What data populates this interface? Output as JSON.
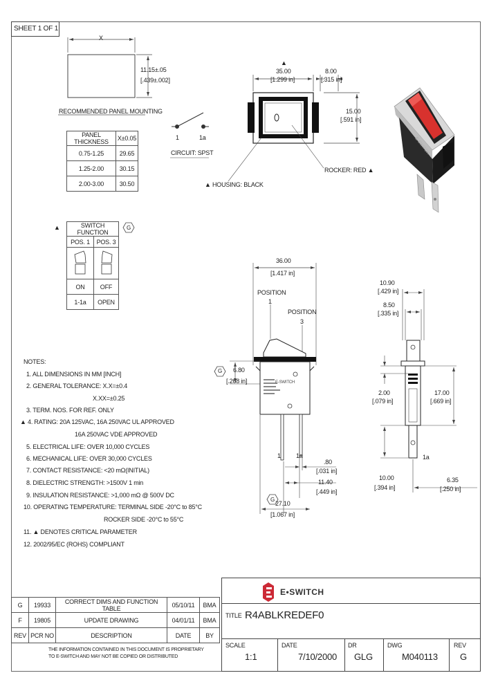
{
  "sheet": "SHEET 1 OF 1",
  "panel_mounting": {
    "title": "RECOMMENDED PANEL MOUNTING",
    "x_label": "X",
    "height_dim": "11.15±.05",
    "height_dim_in": "[.439±.002]",
    "table_headers": [
      "PANEL THICKNESS",
      "X±0.05"
    ],
    "table_rows": [
      [
        "0.75-1.25",
        "29.65"
      ],
      [
        "1.25-2.00",
        "30.15"
      ],
      [
        "2.00-3.00",
        "30.50"
      ]
    ]
  },
  "circuit": {
    "pin1": "1",
    "pin1a": "1a",
    "label": "CIRCUIT: SPST"
  },
  "top_view": {
    "marker": "▲",
    "width_dim": "35.00",
    "width_dim_in": "[1.299 in]",
    "depth_dim": "8.00",
    "depth_dim_in": "[.315 in]",
    "height_dim": "15.00",
    "height_dim_in": "[.591 in]",
    "rocker_label": "ROCKER: RED ▲",
    "housing_label": "▲ HOUSING: BLACK"
  },
  "switch_function": {
    "marker": "▲",
    "title": "SWITCH FUNCTION",
    "rev_badge": "G",
    "headers": [
      "POS. 1",
      "POS. 3"
    ],
    "states": [
      "ON",
      "OFF"
    ],
    "circuits": [
      "1-1a",
      "OPEN"
    ]
  },
  "side_view": {
    "width_dim": "36.00",
    "width_dim_in": "[1.417 in]",
    "position1_label": "POSITION",
    "position1_num": "1",
    "position3_label": "POSITION",
    "position3_num": "3",
    "rev_badge_left": "G",
    "left_dim": "6.80",
    "left_dim_in": "[.268 in]",
    "pin_left": "1",
    "pin_right": "1a",
    "term_dim": ".80",
    "term_dim_in": "[.031 in]",
    "spacing_dim": "11.40",
    "spacing_dim_in": "[.449 in]",
    "rev_badge_bottom": "G",
    "bottom_dim": "27.10",
    "bottom_dim_in": "[1.067 in]",
    "body_text": "E-SWITCH"
  },
  "end_view": {
    "top_dim": "10.90",
    "top_dim_in": "[.429 in]",
    "mid_dim": "8.50",
    "mid_dim_in": "[.335 in]",
    "left_dim": "2.00",
    "left_dim_in": "[.079 in]",
    "right_dim": "17.00",
    "right_dim_in": "[.669 in]",
    "pin_label": "1a",
    "bottom_left_dim": "10.00",
    "bottom_left_dim_in": "[.394 in]",
    "bottom_right_dim": "6.35",
    "bottom_right_dim_in": "[.250 in]"
  },
  "notes": {
    "title": "NOTES:",
    "lines": [
      "1. ALL DIMENSIONS IN MM [INCH]",
      "2. GENERAL TOLERANCE: X.X=±0.4",
      "X.XX=±0.25",
      "3. TERM. NOS. FOR REF. ONLY",
      "▲ 4. RATING: 20A 125VAC, 16A 250VAC UL APPROVED",
      "16A 250VAC VDE APPROVED",
      "5. ELECTRICAL LIFE: OVER 10,000 CYCLES",
      "6. MECHANICAL LIFE: OVER 30,000 CYCLES",
      "7. CONTACT RESISTANCE: <20 mΩ(INITIAL)",
      "8. DIELECTRIC STRENGTH: >1500V 1 min",
      "9. INSULATION RESISTANCE: >1,000 mΩ @ 500V DC",
      "10. OPERATING TEMPERATURE: TERMINAL SIDE -20°C to 85°C",
      "ROCKER SIDE -20°C to 55°C",
      "11. ▲ DENOTES CRITICAL PARAMETER",
      "12. 2002/95/EC (ROHS) COMPLIANT"
    ]
  },
  "revisions": {
    "rows": [
      [
        "G",
        "19933",
        "CORRECT DIMS AND FUNCTION TABLE",
        "05/10/11",
        "BMA"
      ],
      [
        "F",
        "19805",
        "UPDATE DRAWING",
        "04/01/11",
        "BMA"
      ]
    ],
    "headers": [
      "REV",
      "PCR NO",
      "DESCRIPTION",
      "DATE",
      "BY"
    ],
    "proprietary_1": "THE INFORMATION CONTAINED IN THIS DOCUMENT IS PROPRIETARY",
    "proprietary_2": "TO E-SWITCH AND MAY NOT BE COPIED OR DISTRIBUTED"
  },
  "title_block": {
    "logo_text": "E•SWITCH",
    "title_label": "TITLE",
    "title_value": "R4ABLKREDEF0",
    "scale_label": "SCALE",
    "scale_value": "1:1",
    "date_label": "DATE",
    "date_value": "7/10/2000",
    "dr_label": "DR",
    "dr_value": "GLG",
    "dwg_label": "DWG",
    "dwg_value": "M040113",
    "rev_label": "REV",
    "rev_value": "G"
  },
  "colors": {
    "rocker": "#d8322e",
    "housing": "#222222",
    "line": "#444444",
    "logo": "#cc2a36"
  }
}
